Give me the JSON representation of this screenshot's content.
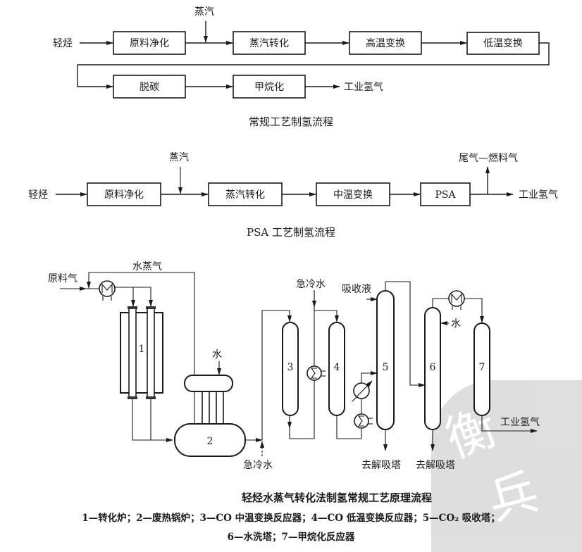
{
  "conventional_flow": {
    "caption": "常规工艺制氢流程",
    "input_label": "轻烃",
    "steam_label": "蒸汽",
    "steps": [
      "原料净化",
      "蒸汽转化",
      "高温变换",
      "低温变换",
      "脱碳",
      "甲烷化"
    ],
    "output_label": "工业氢气"
  },
  "psa_flow": {
    "caption": "PSA 工艺制氢流程",
    "input_label": "轻烃",
    "steam_label": "蒸汽",
    "steps": [
      "原料净化",
      "蒸汽转化",
      "中温变换",
      "PSA"
    ],
    "tail_gas_label": "尾气—燃料气",
    "output_label": "工业氢气"
  },
  "principle_flow": {
    "caption": "轻烃水蒸气转化法制氢常规工艺原理流程",
    "labels": {
      "feed_gas": "原料气",
      "steam": "水蒸气",
      "water_boiler": "水",
      "quench_water_bottom": "急冷水",
      "quench_water_top": "急冷水",
      "absorbent": "吸收液",
      "water_wash": "水",
      "to_desorber_5": "去解吸塔",
      "to_desorber_6": "去解吸塔",
      "product": "工业氢气"
    },
    "equipment_numbers": [
      "1",
      "2",
      "3",
      "4",
      "5",
      "6",
      "7"
    ],
    "legend_line1": "1—转化炉；2—废热锅炉；3—CO 中温变换反应器；4—CO 低温变换反应器；5—CO₂ 吸收塔；",
    "legend_line2": "6—水洗塔；7—甲烷化反应器"
  }
}
